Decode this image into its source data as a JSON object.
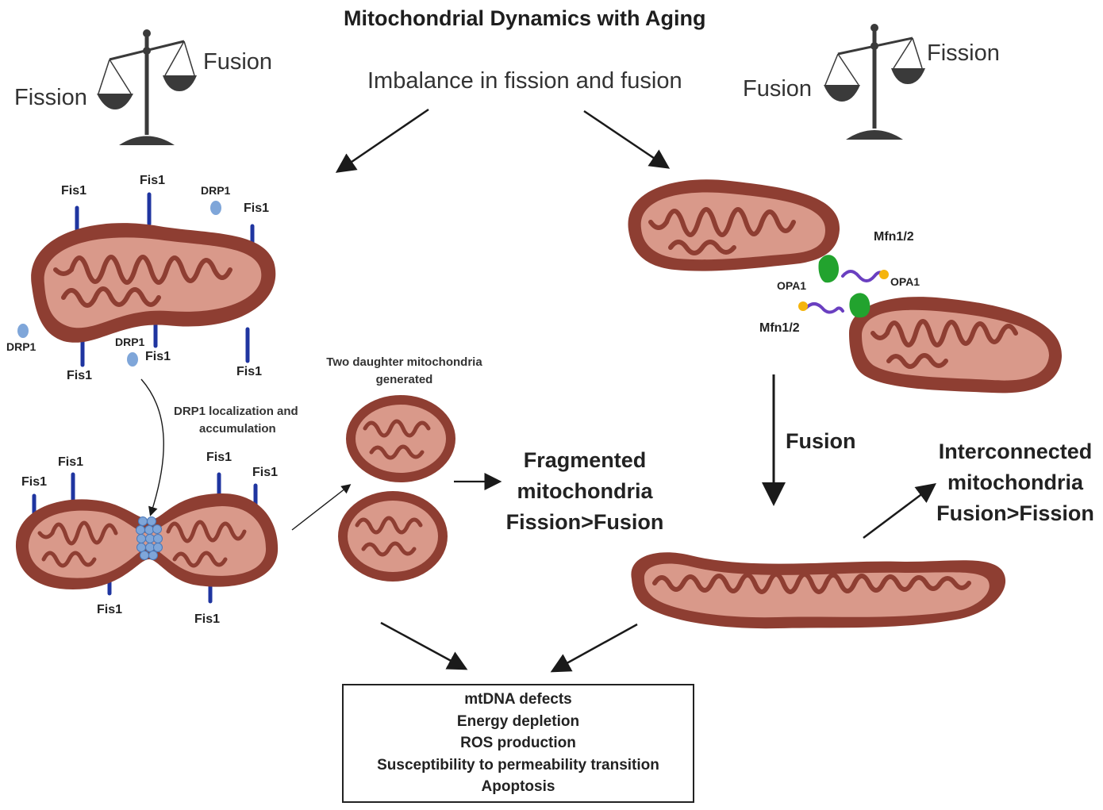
{
  "title": "Mitochondrial Dynamics with Aging",
  "subtitle": "Imbalance in fission and fusion",
  "left_scale": {
    "heavy_label": "Fission",
    "light_label": "Fusion"
  },
  "right_scale": {
    "heavy_label": "Fusion",
    "light_label": "Fission"
  },
  "fission_branch": {
    "fis1_label": "Fis1",
    "drp1_label": "DRP1",
    "localization_note": [
      "DRP1 localization and",
      "accumulation"
    ],
    "daughter_note": [
      "Two daughter mitochondria",
      "generated"
    ],
    "result": [
      "Fragmented",
      "mitochondria",
      "Fission>Fusion"
    ]
  },
  "fusion_branch": {
    "mfn_label": "Mfn1/2",
    "opa_label": "OPA1",
    "arrow_label": "Fusion",
    "result": [
      "Interconnected",
      "mitochondria",
      "Fusion>Fission"
    ]
  },
  "outcomes": [
    "mtDNA defects",
    "Energy depletion",
    "ROS production",
    "Susceptibility to permeability transition",
    "Apoptosis"
  ],
  "colors": {
    "membrane_outer": "#8e3e32",
    "matrix": "#d9998a",
    "fis1": "#1f35a0",
    "drp1": "#7fa6d9",
    "opa1": "#22a32e",
    "mfn_linker": "#6a3fc0",
    "mfn_tip": "#f5b40c",
    "scale": "#3a3a3a"
  }
}
